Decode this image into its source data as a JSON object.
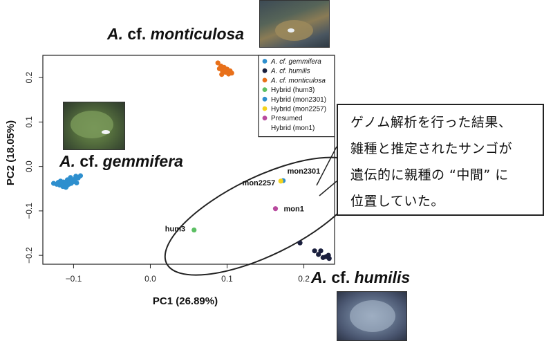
{
  "chart_data": {
    "type": "scatter",
    "xlabel": "PC1 (26.89%)",
    "ylabel": "PC2 (18.05%)",
    "xlim": [
      -0.14,
      0.24
    ],
    "ylim": [
      -0.22,
      0.25
    ],
    "x_ticks": [
      -0.1,
      0.0,
      0.1,
      0.2
    ],
    "x_tick_labels": [
      "−0.1",
      "0.0",
      "0.1",
      "0.2"
    ],
    "y_ticks": [
      -0.2,
      -0.1,
      0.0,
      0.1,
      0.2
    ],
    "y_tick_labels": [
      "−0.2",
      "−0.1",
      "0.0",
      "0.1",
      "0.2"
    ],
    "legend_position": "top-right",
    "series": [
      {
        "name": "A. cf. gemmifera",
        "italic": true,
        "color": "#2e8fce",
        "points": [
          [
            -0.126,
            -0.038
          ],
          [
            -0.122,
            -0.04
          ],
          [
            -0.12,
            -0.036
          ],
          [
            -0.118,
            -0.042
          ],
          [
            -0.116,
            -0.039
          ],
          [
            -0.114,
            -0.045
          ],
          [
            -0.113,
            -0.035
          ],
          [
            -0.112,
            -0.041
          ],
          [
            -0.11,
            -0.038
          ],
          [
            -0.109,
            -0.044
          ],
          [
            -0.108,
            -0.03
          ],
          [
            -0.107,
            -0.036
          ],
          [
            -0.106,
            -0.04
          ],
          [
            -0.105,
            -0.033
          ],
          [
            -0.104,
            -0.025
          ],
          [
            -0.103,
            -0.038
          ],
          [
            -0.102,
            -0.03
          ],
          [
            -0.1,
            -0.034
          ],
          [
            -0.098,
            -0.028
          ],
          [
            -0.097,
            -0.022
          ],
          [
            -0.096,
            -0.037
          ],
          [
            -0.094,
            -0.026
          ],
          [
            -0.091,
            -0.021
          ],
          [
            -0.11,
            -0.047
          ],
          [
            -0.117,
            -0.033
          ]
        ]
      },
      {
        "name": "A. cf. humilis",
        "italic": true,
        "color": "#1a1f3d",
        "points": [
          [
            0.195,
            -0.172
          ],
          [
            0.214,
            -0.19
          ],
          [
            0.219,
            -0.198
          ],
          [
            0.222,
            -0.19
          ],
          [
            0.225,
            -0.205
          ],
          [
            0.229,
            -0.203
          ],
          [
            0.232,
            -0.2
          ],
          [
            0.233,
            -0.207
          ]
        ]
      },
      {
        "name": "A. cf. monticulosa",
        "italic": true,
        "color": "#e8701a",
        "points": [
          [
            0.088,
            0.233
          ],
          [
            0.092,
            0.226
          ],
          [
            0.09,
            0.22
          ],
          [
            0.094,
            0.215
          ],
          [
            0.096,
            0.223
          ],
          [
            0.098,
            0.212
          ],
          [
            0.1,
            0.219
          ],
          [
            0.102,
            0.208
          ],
          [
            0.104,
            0.215
          ],
          [
            0.106,
            0.21
          ],
          [
            0.093,
            0.207
          ]
        ]
      },
      {
        "name": "Hybrid (hum3)",
        "italic": false,
        "color": "#5cbf63",
        "points": [
          [
            0.057,
            -0.143
          ]
        ]
      },
      {
        "name": "Hybrid (mon2301)",
        "italic": false,
        "color": "#2e8fce",
        "points": [
          [
            0.173,
            -0.032
          ]
        ]
      },
      {
        "name": "Hybrid (mon2257)",
        "italic": false,
        "color": "#f5d31c",
        "points": [
          [
            0.17,
            -0.033
          ]
        ]
      },
      {
        "name": "Presumed\nHybrid (mon1)",
        "italic": false,
        "color": "#b84a9e",
        "points": [
          [
            0.163,
            -0.095
          ]
        ]
      }
    ],
    "annotations": [
      {
        "text": "hum3",
        "x": 0.057,
        "y": -0.143
      },
      {
        "text": "mon2301",
        "x": 0.173,
        "y": -0.032
      },
      {
        "text": "mon2257",
        "x": 0.17,
        "y": -0.033
      },
      {
        "text": "mon1",
        "x": 0.163,
        "y": -0.095
      }
    ],
    "ellipse": {
      "cx": 0.147,
      "cy": -0.112,
      "rx": 0.14,
      "ry": 0.088,
      "rotation_deg": -26
    }
  },
  "species_labels": {
    "monticulosa": {
      "genus": "A.",
      "cf": "cf.",
      "species": "monticulosa"
    },
    "gemmifera": {
      "genus": "A.",
      "cf": "cf.",
      "species": "gemmifera"
    },
    "humilis": {
      "genus": "A.",
      "cf": "cf.",
      "species": "humilis"
    }
  },
  "callout": {
    "text": "ゲノム解析を行った結果、\n雑種と推定されたサンゴが\n遺伝的に親種の “中間” に\n位置していた。"
  }
}
